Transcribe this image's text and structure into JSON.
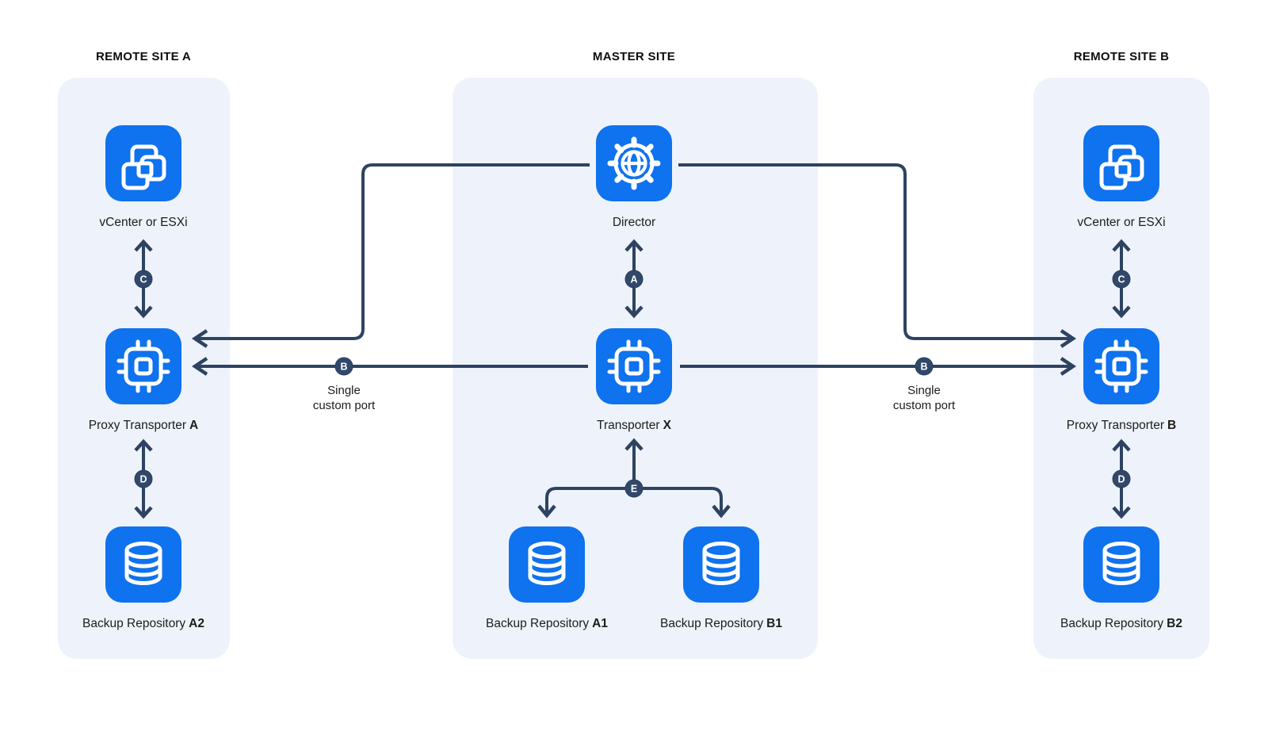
{
  "sites": {
    "remote_a": {
      "title": "REMOTE SITE A"
    },
    "master": {
      "title": "MASTER SITE"
    },
    "remote_b": {
      "title": "REMOTE SITE B"
    }
  },
  "nodes": {
    "vcenter_a": {
      "label": "vCenter or ESXi",
      "label_bold": "",
      "icon": "vsphere-squares-icon"
    },
    "proxy_a": {
      "label": "Proxy Transporter",
      "label_bold": "A",
      "icon": "cpu-chip-icon"
    },
    "repo_a2": {
      "label": "Backup Repository",
      "label_bold": "A2",
      "icon": "database-icon"
    },
    "director": {
      "label": "Director",
      "label_bold": "",
      "icon": "gear-globe-icon"
    },
    "transporter_x": {
      "label": "Transporter",
      "label_bold": "X",
      "icon": "cpu-chip-icon"
    },
    "repo_a1": {
      "label": "Backup Repository",
      "label_bold": "A1",
      "icon": "database-icon"
    },
    "repo_b1": {
      "label": "Backup Repository",
      "label_bold": "B1",
      "icon": "database-icon"
    },
    "vcenter_b": {
      "label": "vCenter or ESXi",
      "label_bold": "",
      "icon": "vsphere-squares-icon"
    },
    "proxy_b": {
      "label": "Proxy Transporter",
      "label_bold": "B",
      "icon": "cpu-chip-icon"
    },
    "repo_b2": {
      "label": "Backup Repository",
      "label_bold": "B2",
      "icon": "database-icon"
    }
  },
  "badges": {
    "a": "A",
    "b": "B",
    "c": "C",
    "d": "D",
    "e": "E"
  },
  "labels": {
    "single_custom_port": {
      "line1": "Single",
      "line2": "custom port"
    }
  },
  "colors": {
    "node_blue": "#0f72ee",
    "panel_bg": "#eef3fb",
    "connector_navy": "#2e4361",
    "badge_navy": "#32486b",
    "text_dark": "#1c1c1c"
  }
}
